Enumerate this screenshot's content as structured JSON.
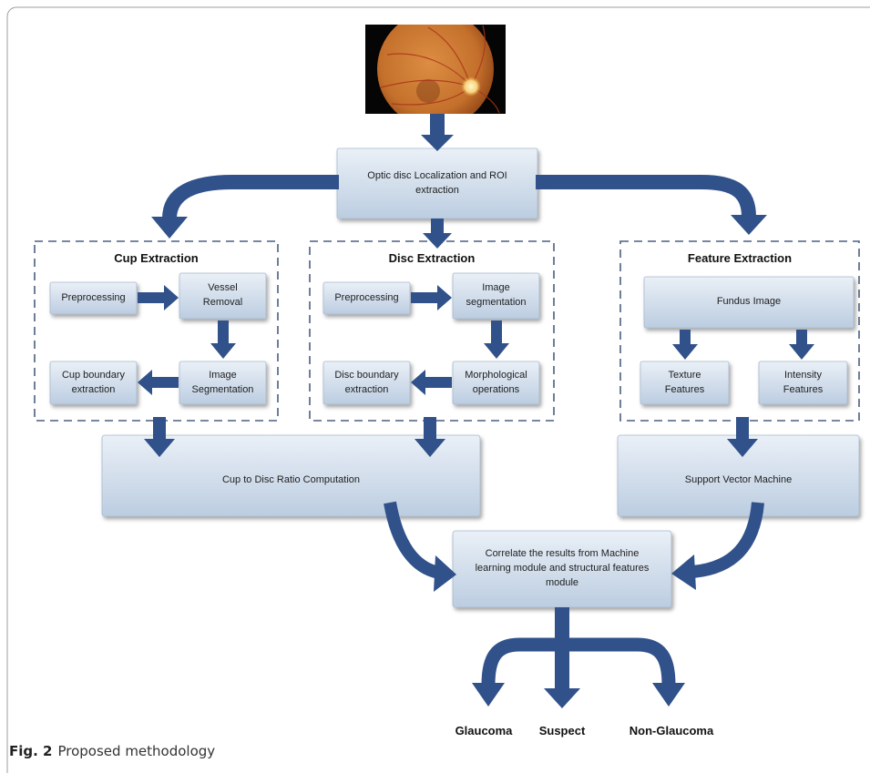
{
  "diagram": {
    "top_box": "Optic disc Localization and ROI\nextraction",
    "cup": {
      "title": "Cup Extraction",
      "preprocessing": "Preprocessing",
      "vessel": "Vessel\nRemoval",
      "segmentation": "Image\nSegmentation",
      "boundary": "Cup boundary\nextraction"
    },
    "disc": {
      "title": "Disc Extraction",
      "preprocessing": "Preprocessing",
      "segmentation": "Image\nsegmentation",
      "morph": "Morphological\noperations",
      "boundary": "Disc boundary\nextraction"
    },
    "feature": {
      "title": "Feature Extraction",
      "fundus": "Fundus Image",
      "texture": "Texture\nFeatures",
      "intensity": "Intensity\nFeatures"
    },
    "cdr": "Cup to Disc Ratio Computation",
    "svm": "Support Vector Machine",
    "correlate": "Correlate the results from Machine\nlearning module and structural features\nmodule",
    "outputs": [
      "Glaucoma",
      "Suspect",
      "Non-Glaucoma"
    ]
  },
  "caption": {
    "label": "Fig. 2",
    "text": "Proposed methodology"
  },
  "colors": {
    "arrow": "#30518a",
    "dashed_border": "#4b5f80",
    "box_top": "#eaf0f7",
    "box_bottom": "#bccde1"
  }
}
